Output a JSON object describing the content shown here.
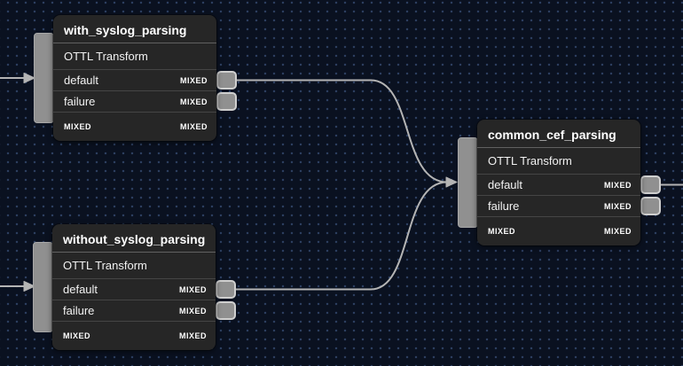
{
  "theme": {
    "canvas_bg": "#0a1120",
    "grid_dot_color": "#2c3e5f",
    "node_bg": "#262626",
    "node_text_color": "#f2f2f2",
    "divider_color": "#454545",
    "title_divider_color": "#616161",
    "handle_fill": "#909090",
    "handle_border": "#cfcfcf",
    "edge_color": "#b4b4b4"
  },
  "nodes": [
    {
      "id": "with_syslog_parsing",
      "title": "with_syslog_parsing",
      "type_label": "OTTL Transform",
      "rows": [
        {
          "label": "default",
          "badge": "MIXED"
        },
        {
          "label": "failure",
          "badge": "MIXED"
        }
      ],
      "footer": {
        "left_badge": "MIXED",
        "right_badge": "MIXED"
      }
    },
    {
      "id": "without_syslog_parsing",
      "title": "without_syslog_parsing",
      "type_label": "OTTL Transform",
      "rows": [
        {
          "label": "default",
          "badge": "MIXED"
        },
        {
          "label": "failure",
          "badge": "MIXED"
        }
      ],
      "footer": {
        "left_badge": "MIXED",
        "right_badge": "MIXED"
      }
    },
    {
      "id": "common_cef_parsing",
      "title": "common_cef_parsing",
      "type_label": "OTTL Transform",
      "rows": [
        {
          "label": "default",
          "badge": "MIXED"
        },
        {
          "label": "failure",
          "badge": "MIXED"
        }
      ],
      "footer": {
        "left_badge": "MIXED",
        "right_badge": "MIXED"
      }
    }
  ],
  "edges": [
    {
      "from": "offscreen-left",
      "to": "with_syslog_parsing.input"
    },
    {
      "from": "offscreen-left",
      "to": "without_syslog_parsing.input"
    },
    {
      "from": "with_syslog_parsing.default",
      "to": "common_cef_parsing.input"
    },
    {
      "from": "without_syslog_parsing.default",
      "to": "common_cef_parsing.input"
    },
    {
      "from": "common_cef_parsing.default",
      "to": "offscreen-right"
    }
  ]
}
